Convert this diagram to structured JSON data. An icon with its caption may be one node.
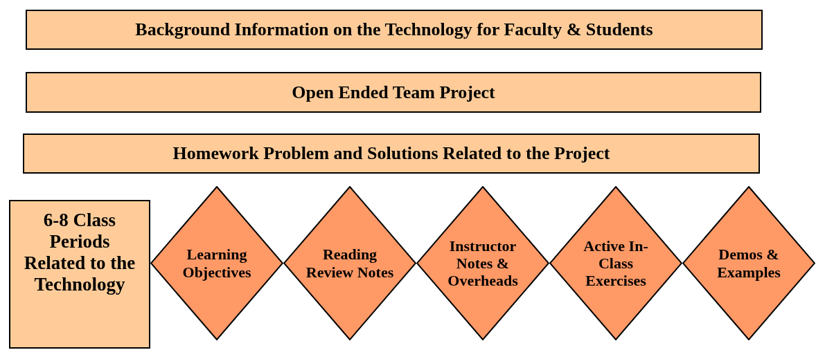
{
  "diagram": {
    "nodes": [
      {
        "text": [
          "Background Information on the Technology for Faculty & Students"
        ]
      },
      {
        "text": [
          "Open Ended Team Project"
        ]
      },
      {
        "text": [
          "Homework Problem and Solutions Related to the Project"
        ]
      },
      {
        "text": [
          "6-8 Class Periods Related to the Technology"
        ]
      },
      {
        "text": [
          "Learning Objectives"
        ]
      },
      {
        "text": [
          "Reading Review Notes"
        ]
      },
      {
        "text": [
          "Instructor Notes & Overheads"
        ]
      },
      {
        "text": [
          "Active In-Class Exercises"
        ]
      },
      {
        "text": [
          "Demos & Examples"
        ]
      }
    ]
  }
}
